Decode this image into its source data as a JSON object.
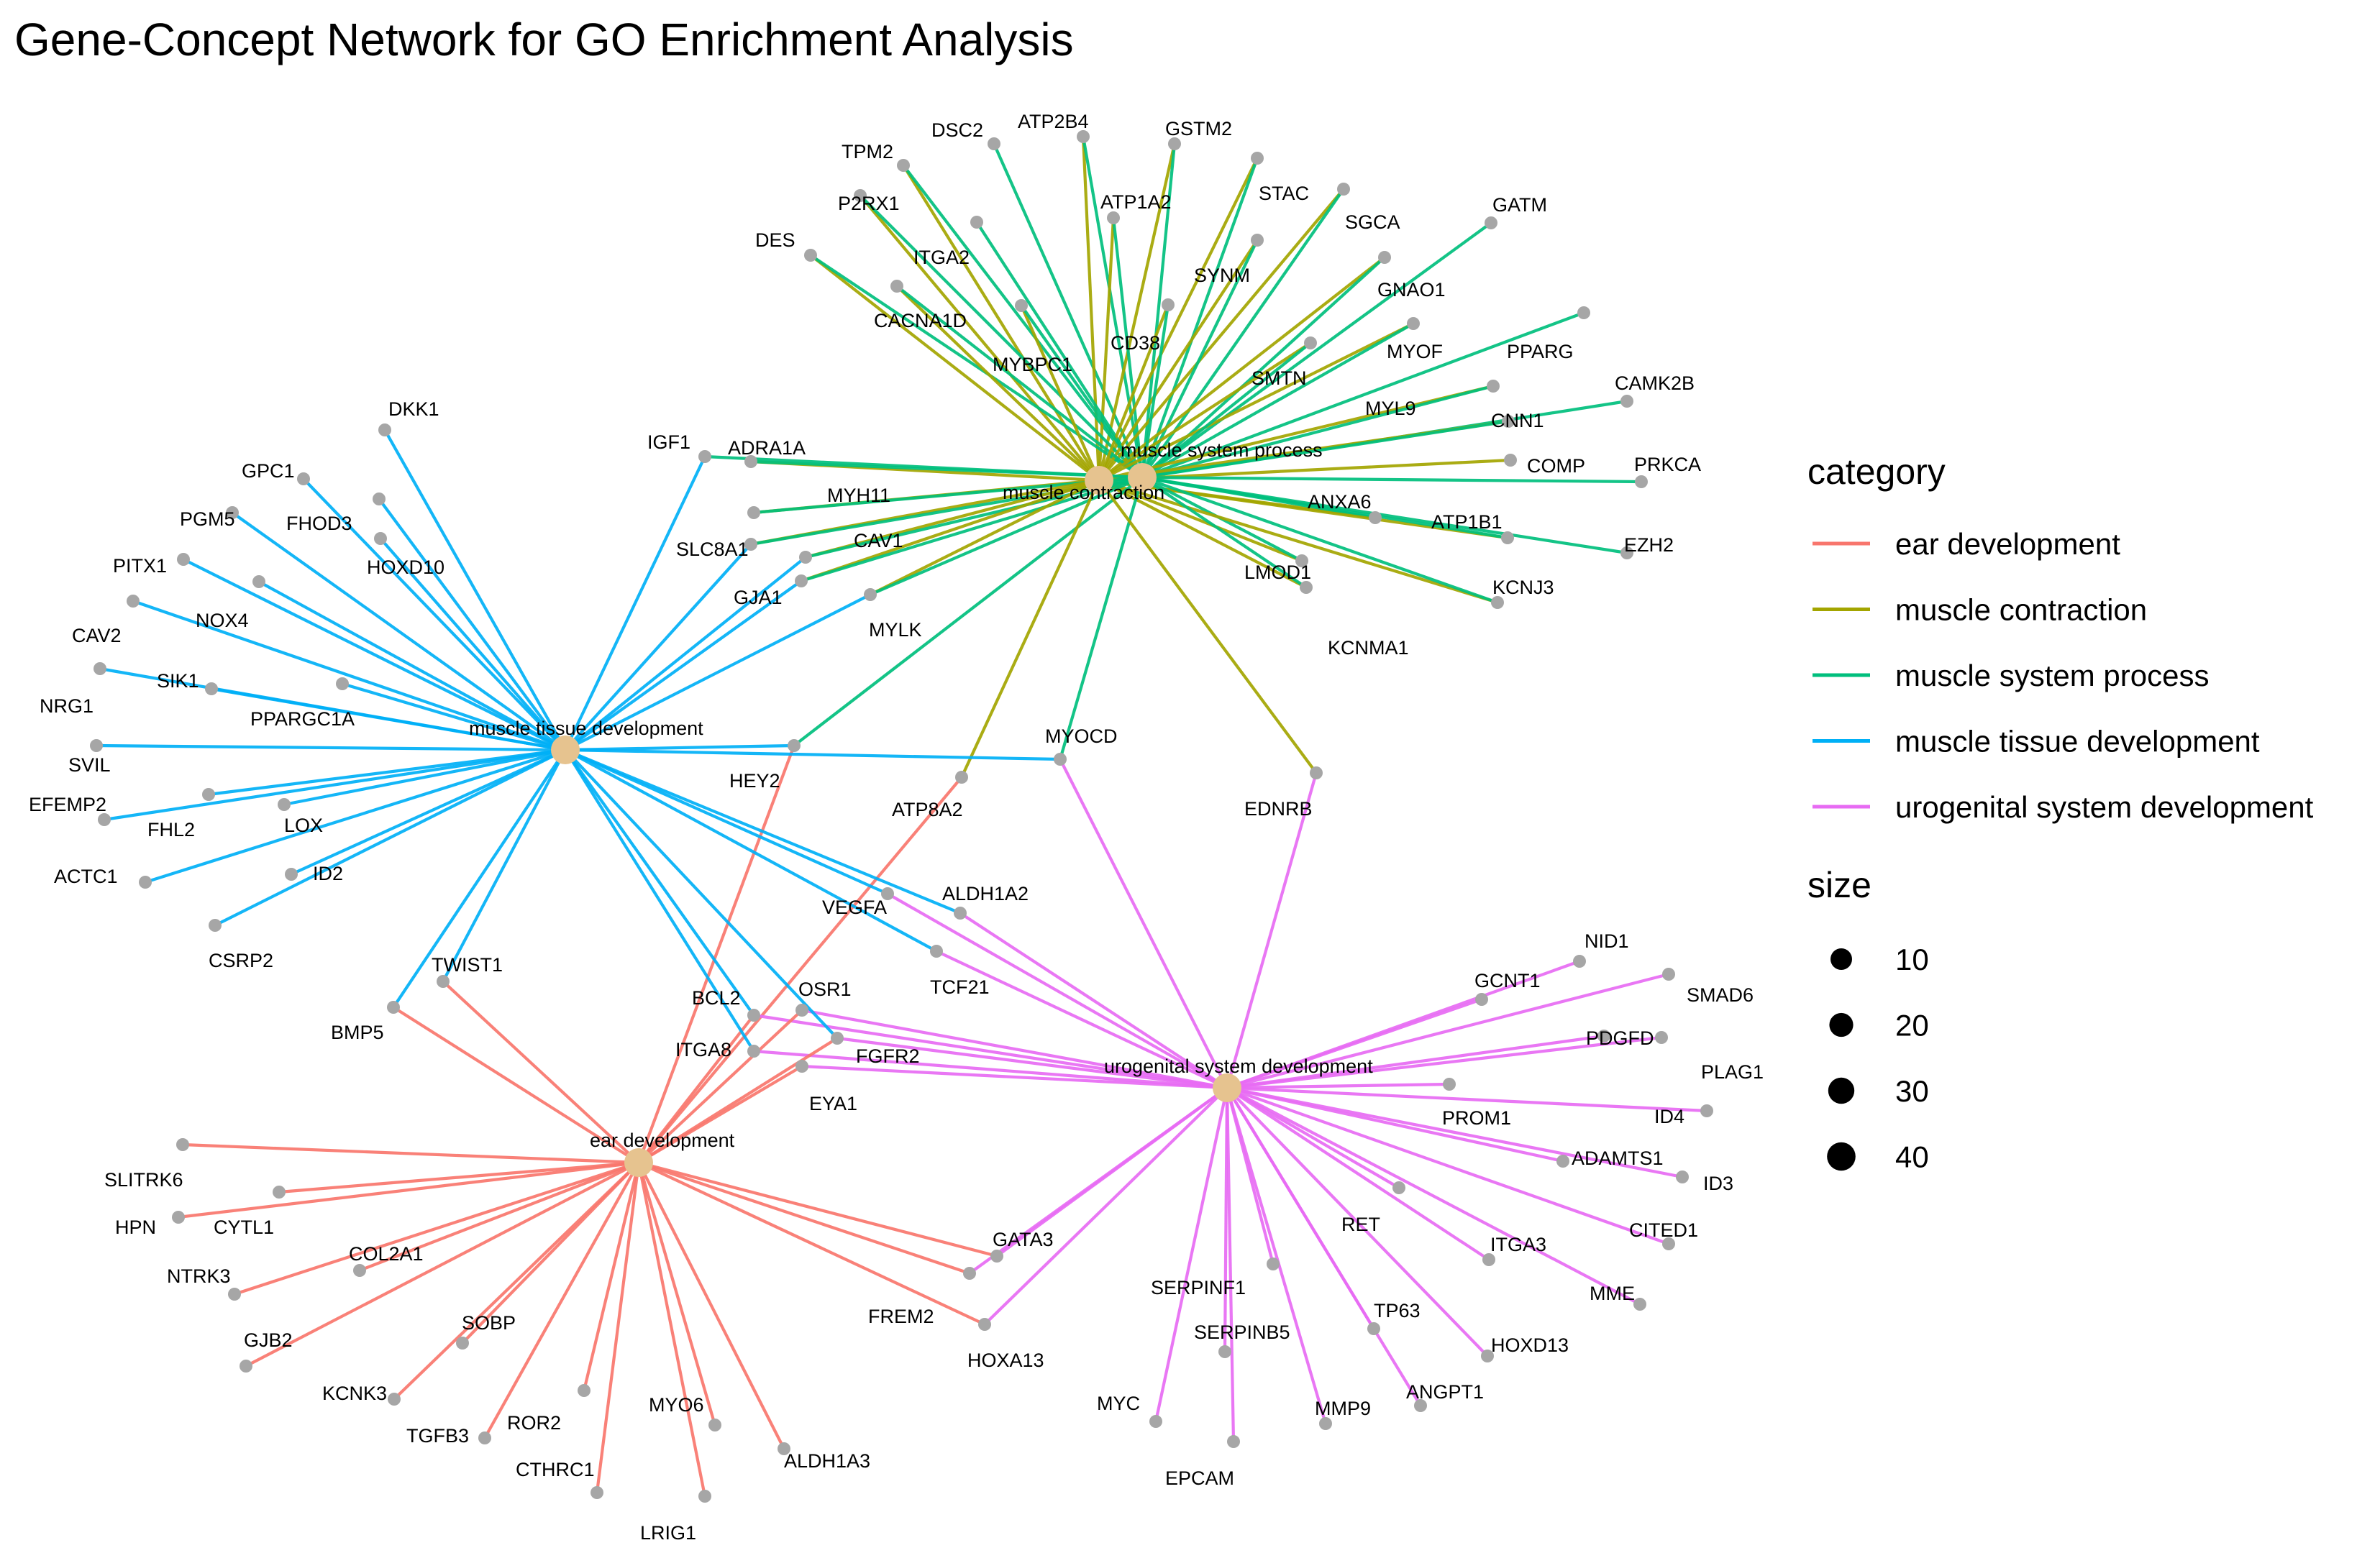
{
  "title": "Gene-Concept Network for GO Enrichment Analysis",
  "legend": {
    "category_title": "category",
    "categories": [
      {
        "name": "ear development",
        "color": "#f8766d"
      },
      {
        "name": "muscle contraction",
        "color": "#a3a500"
      },
      {
        "name": "muscle system process",
        "color": "#00bf7d"
      },
      {
        "name": "muscle tissue development",
        "color": "#00b0f6"
      },
      {
        "name": "urogenital system development",
        "color": "#e76bf3"
      }
    ],
    "size_title": "size",
    "sizes": [
      "10",
      "20",
      "30",
      "40"
    ]
  },
  "hubs": [
    {
      "id": "mc",
      "name": "muscle contraction"
    },
    {
      "id": "msp",
      "name": "muscle system process"
    },
    {
      "id": "mtd",
      "name": "muscle tissue development"
    },
    {
      "id": "usd",
      "name": "urogenital system development"
    },
    {
      "id": "ed",
      "name": "ear development"
    }
  ],
  "genes": [
    {
      "name": "DSC2",
      "cats": [
        "msp"
      ]
    },
    {
      "name": "ATP2B4",
      "cats": [
        "mc",
        "msp"
      ]
    },
    {
      "name": "GSTM2",
      "cats": [
        "mc",
        "msp"
      ]
    },
    {
      "name": "TPM2",
      "cats": [
        "mc",
        "msp"
      ]
    },
    {
      "name": "ATP1A2",
      "cats": [
        "mc",
        "msp"
      ]
    },
    {
      "name": "STAC",
      "cats": [
        "mc",
        "msp"
      ]
    },
    {
      "name": "P2RX1",
      "cats": [
        "mc",
        "msp"
      ]
    },
    {
      "name": "SGCA",
      "cats": [
        "mc",
        "msp"
      ]
    },
    {
      "name": "GATM",
      "cats": [
        "msp"
      ]
    },
    {
      "name": "DES",
      "cats": [
        "mc",
        "msp"
      ]
    },
    {
      "name": "ITGA2",
      "cats": [
        "msp"
      ]
    },
    {
      "name": "SYNM",
      "cats": [
        "mc",
        "msp"
      ]
    },
    {
      "name": "GNAO1",
      "cats": [
        "mc",
        "msp"
      ]
    },
    {
      "name": "CACNA1D",
      "cats": [
        "mc",
        "msp"
      ]
    },
    {
      "name": "CD38",
      "cats": [
        "mc",
        "msp"
      ]
    },
    {
      "name": "MYBPC1",
      "cats": [
        "mc",
        "msp"
      ]
    },
    {
      "name": "MYOF",
      "cats": [
        "mc",
        "msp"
      ]
    },
    {
      "name": "PPARG",
      "cats": [
        "msp"
      ]
    },
    {
      "name": "SMTN",
      "cats": [
        "mc",
        "msp"
      ]
    },
    {
      "name": "CAMK2B",
      "cats": [
        "msp"
      ]
    },
    {
      "name": "MYL9",
      "cats": [
        "mc",
        "msp"
      ]
    },
    {
      "name": "CNN1",
      "cats": [
        "mc",
        "msp"
      ]
    },
    {
      "name": "COMP",
      "cats": [
        "mc"
      ]
    },
    {
      "name": "PRKCA",
      "cats": [
        "msp"
      ]
    },
    {
      "name": "ANXA6",
      "cats": [
        "mc",
        "msp"
      ]
    },
    {
      "name": "ATP1B1",
      "cats": [
        "mc",
        "msp"
      ]
    },
    {
      "name": "EZH2",
      "cats": [
        "msp"
      ]
    },
    {
      "name": "LMOD1",
      "cats": [
        "mc",
        "msp"
      ]
    },
    {
      "name": "KCNJ3",
      "cats": [
        "mc",
        "msp"
      ]
    },
    {
      "name": "KCNMA1",
      "cats": [
        "mc",
        "msp"
      ]
    },
    {
      "name": "IGF1",
      "cats": [
        "msp",
        "mtd"
      ]
    },
    {
      "name": "ADRA1A",
      "cats": [
        "mc",
        "msp"
      ]
    },
    {
      "name": "MYH11",
      "cats": [
        "mc",
        "msp"
      ]
    },
    {
      "name": "SLC8A1",
      "cats": [
        "mc",
        "msp",
        "mtd"
      ]
    },
    {
      "name": "CAV1",
      "cats": [
        "mc",
        "msp",
        "mtd"
      ]
    },
    {
      "name": "GJA1",
      "cats": [
        "mc",
        "msp",
        "mtd"
      ]
    },
    {
      "name": "MYLK",
      "cats": [
        "mc",
        "msp",
        "mtd"
      ]
    },
    {
      "name": "DKK1",
      "cats": [
        "mtd"
      ]
    },
    {
      "name": "GPC1",
      "cats": [
        "mtd"
      ]
    },
    {
      "name": "FHOD3",
      "cats": [
        "mtd"
      ]
    },
    {
      "name": "PGM5",
      "cats": [
        "mtd"
      ]
    },
    {
      "name": "HOXD10",
      "cats": [
        "mtd"
      ]
    },
    {
      "name": "PITX1",
      "cats": [
        "mtd"
      ]
    },
    {
      "name": "NOX4",
      "cats": [
        "mtd"
      ]
    },
    {
      "name": "CAV2",
      "cats": [
        "mtd"
      ]
    },
    {
      "name": "NRG1",
      "cats": [
        "mtd"
      ]
    },
    {
      "name": "SIK1",
      "cats": [
        "mtd"
      ]
    },
    {
      "name": "PPARGC1A",
      "cats": [
        "mtd"
      ]
    },
    {
      "name": "SVIL",
      "cats": [
        "mtd"
      ]
    },
    {
      "name": "EFEMP2",
      "cats": [
        "mtd"
      ]
    },
    {
      "name": "FHL2",
      "cats": [
        "mtd"
      ]
    },
    {
      "name": "LOX",
      "cats": [
        "mtd"
      ]
    },
    {
      "name": "ID2",
      "cats": [
        "mtd"
      ]
    },
    {
      "name": "ACTC1",
      "cats": [
        "mtd"
      ]
    },
    {
      "name": "CSRP2",
      "cats": [
        "mtd"
      ]
    },
    {
      "name": "HEY2",
      "cats": [
        "msp",
        "mtd",
        "ed"
      ]
    },
    {
      "name": "ATP8A2",
      "cats": [
        "mc",
        "ed"
      ]
    },
    {
      "name": "MYOCD",
      "cats": [
        "msp",
        "mtd",
        "usd"
      ]
    },
    {
      "name": "EDNRB",
      "cats": [
        "mc",
        "usd"
      ]
    },
    {
      "name": "VEGFA",
      "cats": [
        "mtd",
        "usd"
      ]
    },
    {
      "name": "ALDH1A2",
      "cats": [
        "mtd",
        "usd"
      ]
    },
    {
      "name": "TCF21",
      "cats": [
        "mtd",
        "usd"
      ]
    },
    {
      "name": "TWIST1",
      "cats": [
        "mtd",
        "ed"
      ]
    },
    {
      "name": "BMP5",
      "cats": [
        "mtd",
        "ed"
      ]
    },
    {
      "name": "BCL2",
      "cats": [
        "mtd",
        "usd",
        "ed"
      ]
    },
    {
      "name": "OSR1",
      "cats": [
        "usd",
        "ed"
      ]
    },
    {
      "name": "ITGA8",
      "cats": [
        "mtd",
        "usd"
      ]
    },
    {
      "name": "FGFR2",
      "cats": [
        "mtd",
        "usd",
        "ed"
      ]
    },
    {
      "name": "EYA1",
      "cats": [
        "usd",
        "ed"
      ]
    },
    {
      "name": "NID1",
      "cats": [
        "usd"
      ]
    },
    {
      "name": "GCNT1",
      "cats": [
        "usd"
      ]
    },
    {
      "name": "SMAD6",
      "cats": [
        "usd"
      ]
    },
    {
      "name": "PDGFD",
      "cats": [
        "usd"
      ]
    },
    {
      "name": "PLAG1",
      "cats": [
        "usd"
      ]
    },
    {
      "name": "PROM1",
      "cats": [
        "usd"
      ]
    },
    {
      "name": "ID4",
      "cats": [
        "usd"
      ]
    },
    {
      "name": "ADAMTS1",
      "cats": [
        "usd"
      ]
    },
    {
      "name": "ID3",
      "cats": [
        "usd"
      ]
    },
    {
      "name": "RET",
      "cats": [
        "usd"
      ]
    },
    {
      "name": "ITGA3",
      "cats": [
        "usd"
      ]
    },
    {
      "name": "CITED1",
      "cats": [
        "usd"
      ]
    },
    {
      "name": "MME",
      "cats": [
        "usd"
      ]
    },
    {
      "name": "TP63",
      "cats": [
        "usd"
      ]
    },
    {
      "name": "HOXD13",
      "cats": [
        "usd"
      ]
    },
    {
      "name": "ANGPT1",
      "cats": [
        "usd"
      ]
    },
    {
      "name": "SERPINF1",
      "cats": [
        "usd"
      ]
    },
    {
      "name": "SERPINB5",
      "cats": [
        "usd"
      ]
    },
    {
      "name": "MMP9",
      "cats": [
        "usd"
      ]
    },
    {
      "name": "MYC",
      "cats": [
        "usd"
      ]
    },
    {
      "name": "EPCAM",
      "cats": [
        "usd"
      ]
    },
    {
      "name": "GATA3",
      "cats": [
        "usd",
        "ed"
      ]
    },
    {
      "name": "FREM2",
      "cats": [
        "usd",
        "ed"
      ]
    },
    {
      "name": "HOXA13",
      "cats": [
        "usd",
        "ed"
      ]
    },
    {
      "name": "SLITRK6",
      "cats": [
        "ed"
      ]
    },
    {
      "name": "HPN",
      "cats": [
        "ed"
      ]
    },
    {
      "name": "CYTL1",
      "cats": [
        "ed"
      ]
    },
    {
      "name": "NTRK3",
      "cats": [
        "ed"
      ]
    },
    {
      "name": "COL2A1",
      "cats": [
        "ed"
      ]
    },
    {
      "name": "GJB2",
      "cats": [
        "ed"
      ]
    },
    {
      "name": "SOBP",
      "cats": [
        "ed"
      ]
    },
    {
      "name": "KCNK3",
      "cats": [
        "ed"
      ]
    },
    {
      "name": "TGFB3",
      "cats": [
        "ed"
      ]
    },
    {
      "name": "ROR2",
      "cats": [
        "ed"
      ]
    },
    {
      "name": "CTHRC1",
      "cats": [
        "ed"
      ]
    },
    {
      "name": "MYO6",
      "cats": [
        "ed"
      ]
    },
    {
      "name": "LRIG1",
      "cats": [
        "ed"
      ]
    },
    {
      "name": "ALDH1A3",
      "cats": [
        "ed"
      ]
    }
  ]
}
